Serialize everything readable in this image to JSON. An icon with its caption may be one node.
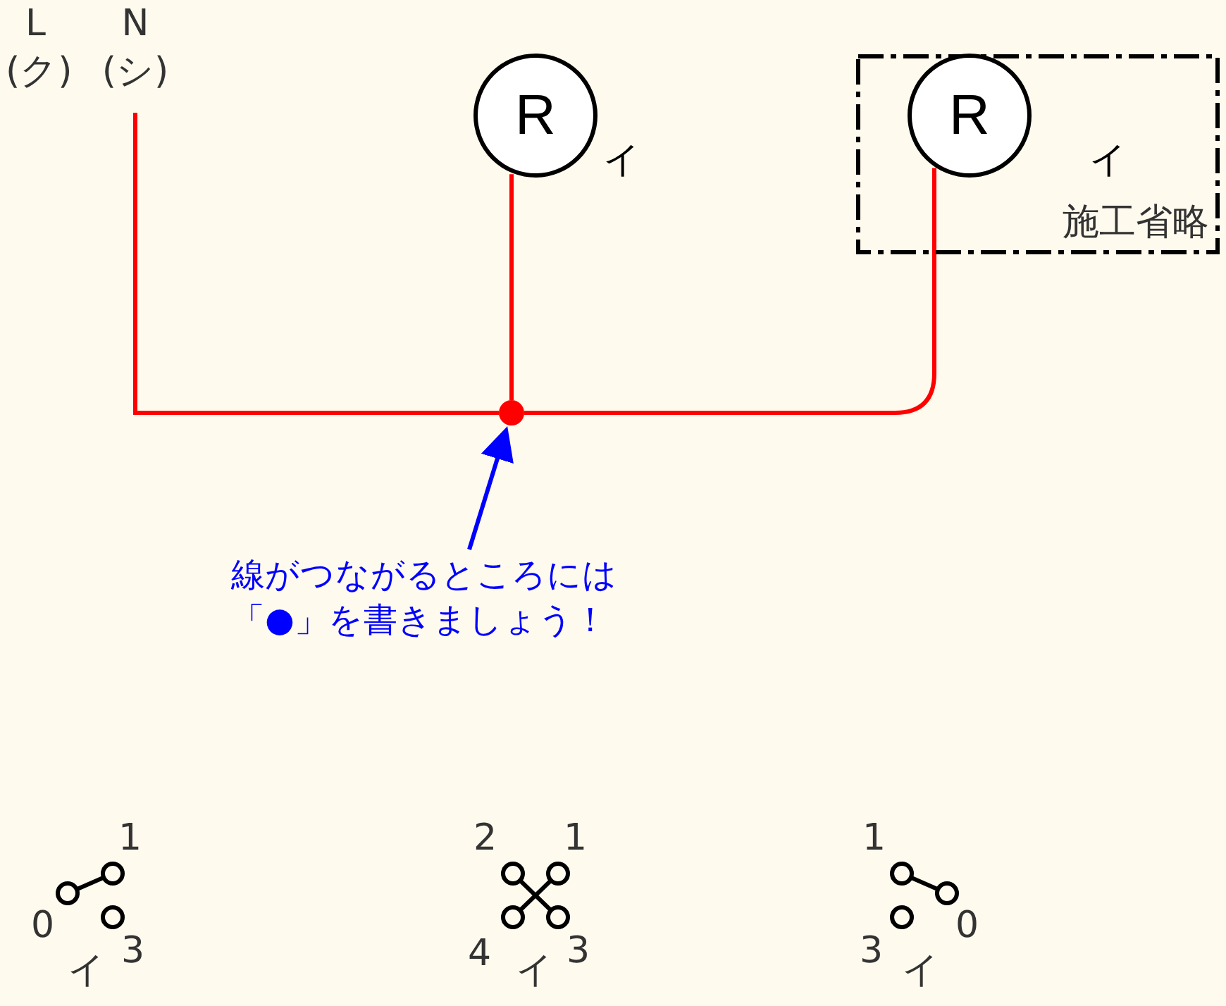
{
  "diagram": {
    "nodes": [
      {
        "text": [
          "N",
          "(シ)"
        ]
      },
      {
        "text": [
          "R"
        ],
        "beside": [
          "イ"
        ]
      },
      {
        "text": [
          "施工省略"
        ]
      },
      {
        "text": [
          "R"
        ],
        "beside": [
          "イ"
        ],
        "in": 2
      },
      {
        "text": [],
        "shape": "circle"
      },
      {
        "text": [
          "線がつながるところには「●」を書きましょう！"
        ]
      }
    ],
    "edges": [
      {
        "from": 0,
        "to": 4,
        "arrow": "none"
      },
      {
        "from": 1,
        "to": 4,
        "arrow": "none"
      },
      {
        "from": 3,
        "to": 4,
        "arrow": "none"
      },
      {
        "from": 5,
        "to": 4,
        "arrow": "to",
        "color": "#0000ff"
      }
    ],
    "labels": [
      "L",
      "(ク)",
      "1",
      "0",
      "3",
      "イ",
      "2",
      "1",
      "4",
      "3",
      "イ",
      "1",
      "3",
      "0",
      "イ"
    ]
  }
}
